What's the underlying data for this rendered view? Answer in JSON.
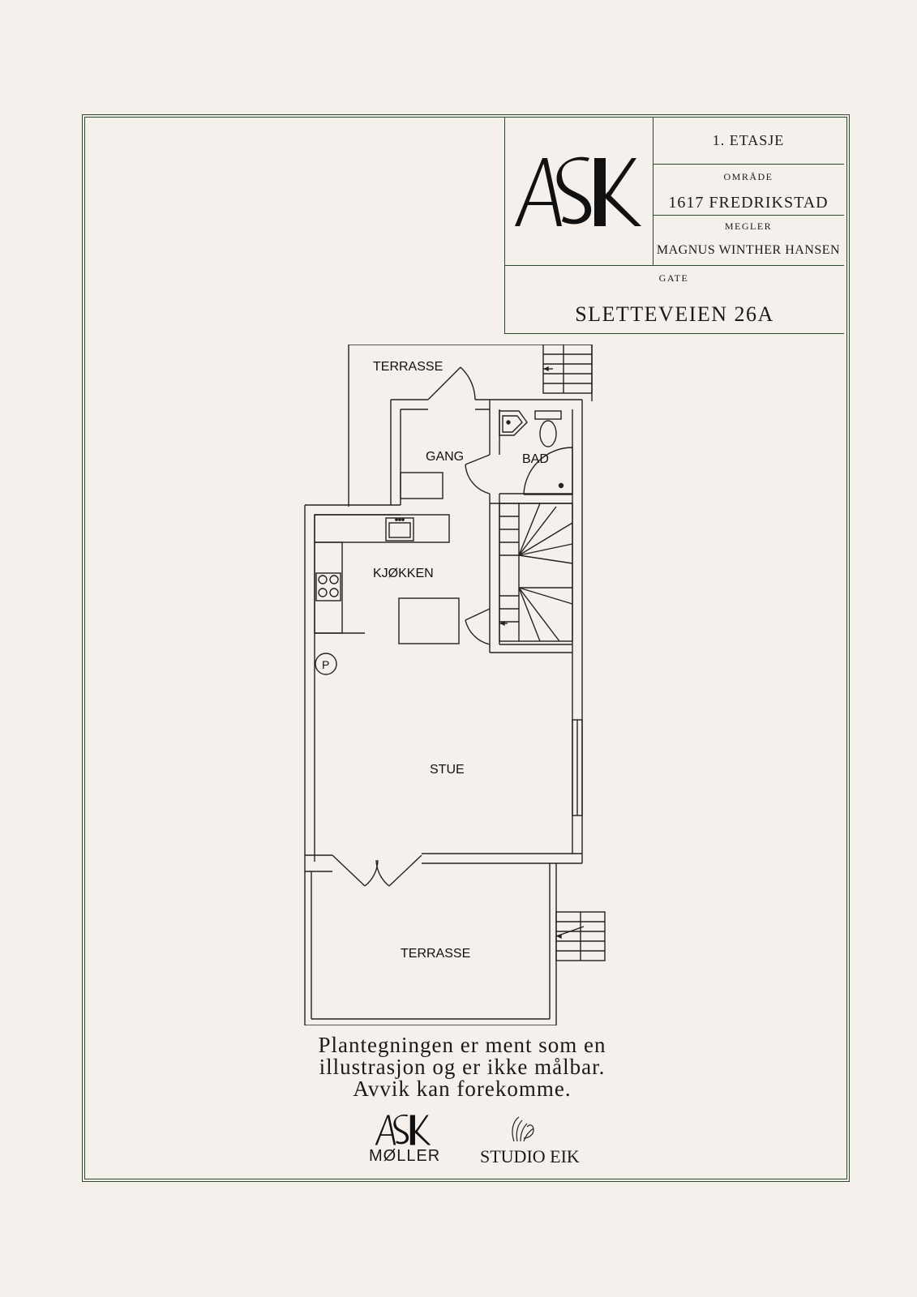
{
  "title_block": {
    "floor": "1. ETASJE",
    "area_label": "OMRÅDE",
    "area_value": "1617 FREDRIKSTAD",
    "agent_label": "MEGLER",
    "agent_value": "MAGNUS WINTHER HANSEN",
    "street_label": "GATE",
    "street_value": "SLETTEVEIEN 26A",
    "logo_text": "ASK"
  },
  "rooms": {
    "terrace_top": "TERRASSE",
    "hallway": "GANG",
    "bathroom": "BAD",
    "kitchen": "KJØKKEN",
    "living_room": "STUE",
    "terrace_bottom": "TERRASSE",
    "fixture_p": "P"
  },
  "disclaimer": {
    "line1": "Plantegningen er ment som en",
    "line2": "illustrasjon og er ikke målbar.",
    "line3": "Avvik kan forekomme."
  },
  "footer": {
    "brand1_mark": "ASK",
    "brand1_name": "MØLLER",
    "brand2_name": "STUDIO EIK"
  },
  "colors": {
    "frame": "#2c4a2c",
    "background": "#f6f0ed",
    "ink": "#111111"
  }
}
